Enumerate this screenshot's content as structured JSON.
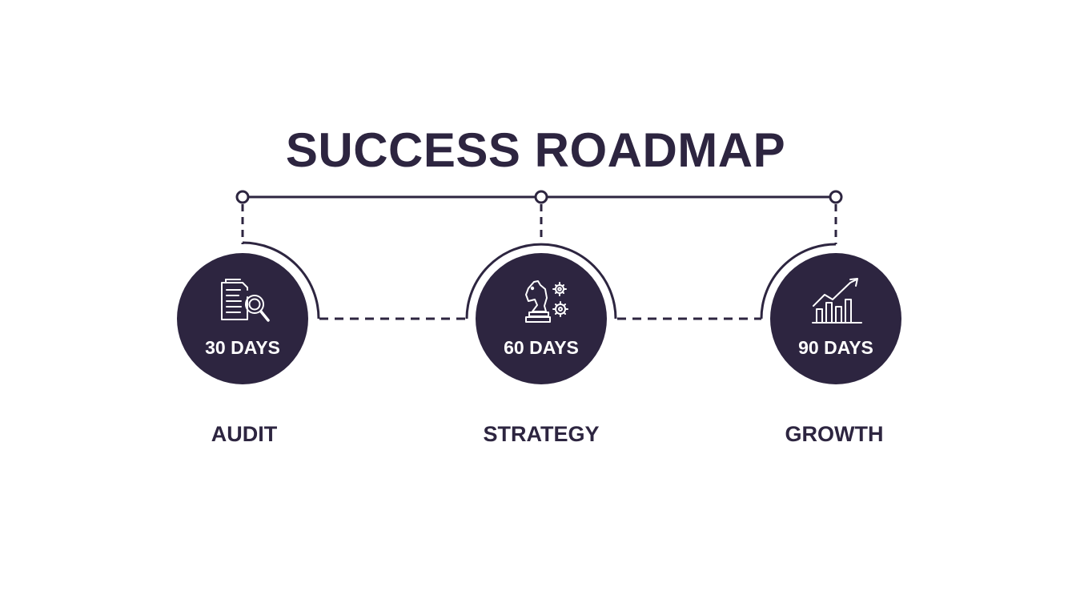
{
  "title": "SUCCESS ROADMAP",
  "colors": {
    "primary": "#2d2540",
    "circle_text": "#ffffff",
    "background": "#ffffff"
  },
  "steps": [
    {
      "days": "30 DAYS",
      "label": "AUDIT",
      "icon": "document-search-icon"
    },
    {
      "days": "60 DAYS",
      "label": "STRATEGY",
      "icon": "chess-knight-gears-icon"
    },
    {
      "days": "90 DAYS",
      "label": "GROWTH",
      "icon": "bar-chart-growth-icon"
    }
  ]
}
